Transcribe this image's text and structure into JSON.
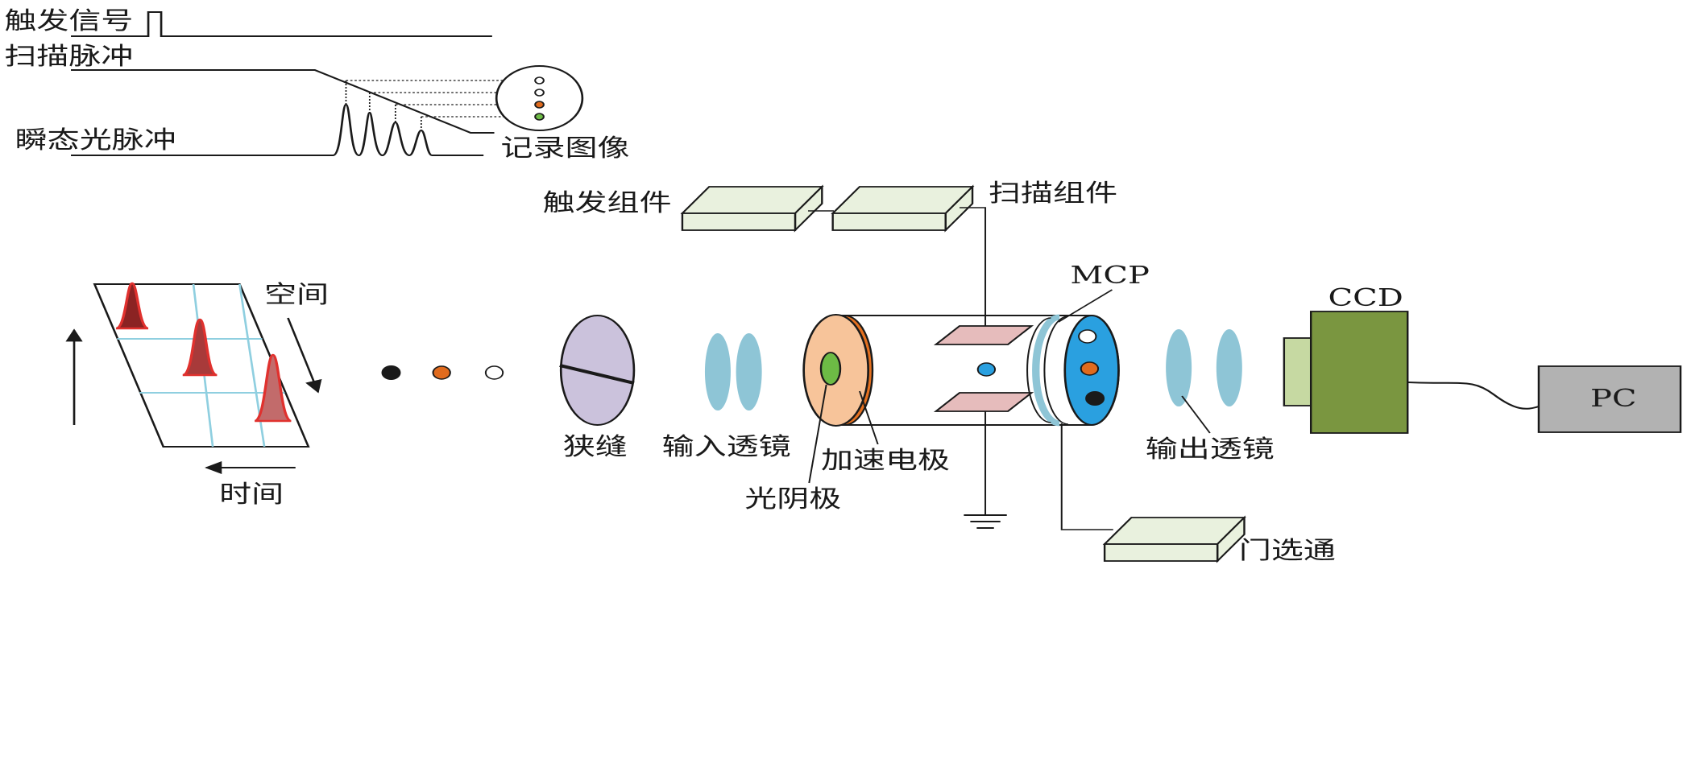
{
  "timing": {
    "trigger_signal": "触发信号",
    "scan_pulse": "扫描脉冲",
    "transient_light_pulse": "瞬态光脉冲",
    "recorded_image": "记录图像"
  },
  "left_panel": {
    "space_axis": "空间",
    "time_axis": "时间"
  },
  "optics": {
    "slit": "狭缝",
    "input_lens": "输入透镜",
    "output_lens": "输出透镜"
  },
  "tube": {
    "photocathode": "光阴极",
    "accel_electrode": "加速电极",
    "mcp": "MCP",
    "gating": "门选通"
  },
  "modules": {
    "trigger_module": "触发组件",
    "scan_module": "扫描组件"
  },
  "devices": {
    "ccd": "CCD",
    "pc": "PC"
  },
  "colors": {
    "pulse_red": "#e0312e",
    "pulse_fill": "#8b2323",
    "grid_blue": "#8fcfe0",
    "lens_blue": "#8ec5d6",
    "slit_purple": "#cbc2dc",
    "cathode_orange": "#f7c49a",
    "rim_orange": "#e4701f",
    "cathode_green": "#6dbb45",
    "plate_pink": "#e6bcbc",
    "screen_blue": "#2aa0e0",
    "box_green": "#e9f1de",
    "ccd_green": "#7a9640",
    "ccd_light": "#c6d9a2",
    "pc_gray": "#b2b2b2",
    "dot_orange": "#e06b1e",
    "dot_dark": "#1a1a1a"
  }
}
